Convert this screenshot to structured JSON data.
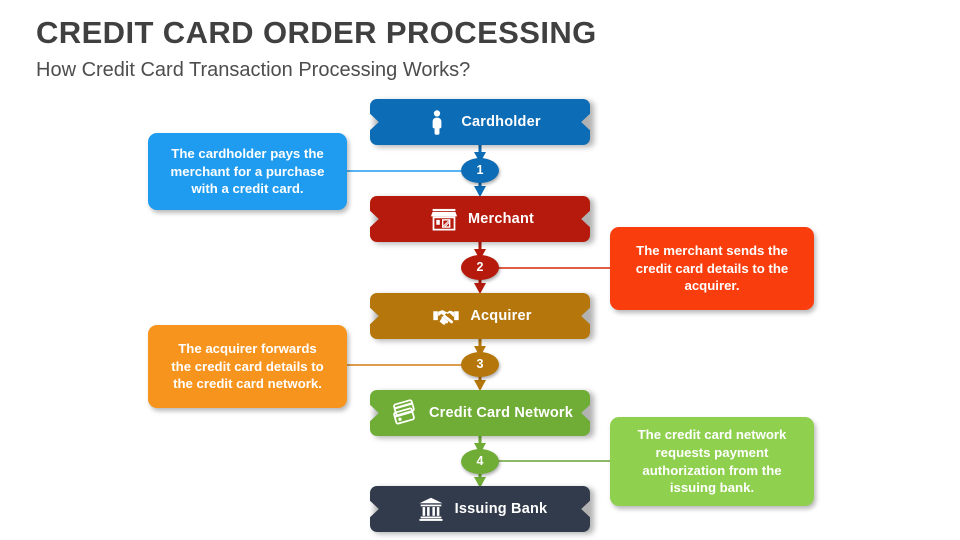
{
  "header": {
    "title": "CREDIT CARD ORDER PROCESSING",
    "subtitle": "How Credit Card Transaction Processing Works?"
  },
  "colors": {
    "background": "#ffffff",
    "title_text": "#404040",
    "subtitle_text": "#4d4d4d",
    "node_cardholder": "#0c6cb5",
    "node_merchant": "#b51a0c",
    "node_acquirer": "#b5770c",
    "node_network": "#70ad37",
    "node_issuing_bank": "#323b4c",
    "callout_cardholder": "#1f9cf0",
    "callout_merchant": "#f93d0c",
    "callout_acquirer": "#f7941e",
    "callout_network": "#8fd04f"
  },
  "flow": {
    "nodes": [
      {
        "id": "cardholder",
        "label": "Cardholder",
        "icon": "person-icon",
        "color": "#0c6cb5"
      },
      {
        "id": "merchant",
        "label": "Merchant",
        "icon": "storefront-icon",
        "color": "#b51a0c"
      },
      {
        "id": "acquirer",
        "label": "Acquirer",
        "icon": "handshake-icon",
        "color": "#b5770c"
      },
      {
        "id": "network",
        "label": "Credit Card Network",
        "icon": "credit-cards-icon",
        "color": "#70ad37"
      },
      {
        "id": "issuing-bank",
        "label": "Issuing Bank",
        "icon": "bank-icon",
        "color": "#323b4c"
      }
    ],
    "steps": [
      {
        "number": "1",
        "badge_color": "#0c6cb5",
        "callout_color": "#1f9cf0",
        "side": "left",
        "text_lines": [
          "The cardholder pays the",
          "merchant for a purchase",
          "with a credit card."
        ],
        "text": "The cardholder pays the merchant for a purchase with a credit card."
      },
      {
        "number": "2",
        "badge_color": "#b51a0c",
        "callout_color": "#f93d0c",
        "side": "right",
        "text_lines": [
          "The merchant sends the",
          "credit card details to the",
          "acquirer."
        ],
        "text": "The merchant sends the credit card details to the acquirer."
      },
      {
        "number": "3",
        "badge_color": "#b5770c",
        "callout_color": "#f7941e",
        "side": "left",
        "text_lines": [
          "The acquirer forwards",
          "the credit card details to",
          "the credit card network."
        ],
        "text": "The acquirer forwards the credit card details to the credit card network."
      },
      {
        "number": "4",
        "badge_color": "#70ad37",
        "callout_color": "#8fd04f",
        "side": "right",
        "text_lines": [
          "The credit card network",
          "requests payment",
          "authorization from the",
          "issuing bank."
        ],
        "text": "The credit card network requests payment authorization from the issuing bank."
      }
    ]
  }
}
